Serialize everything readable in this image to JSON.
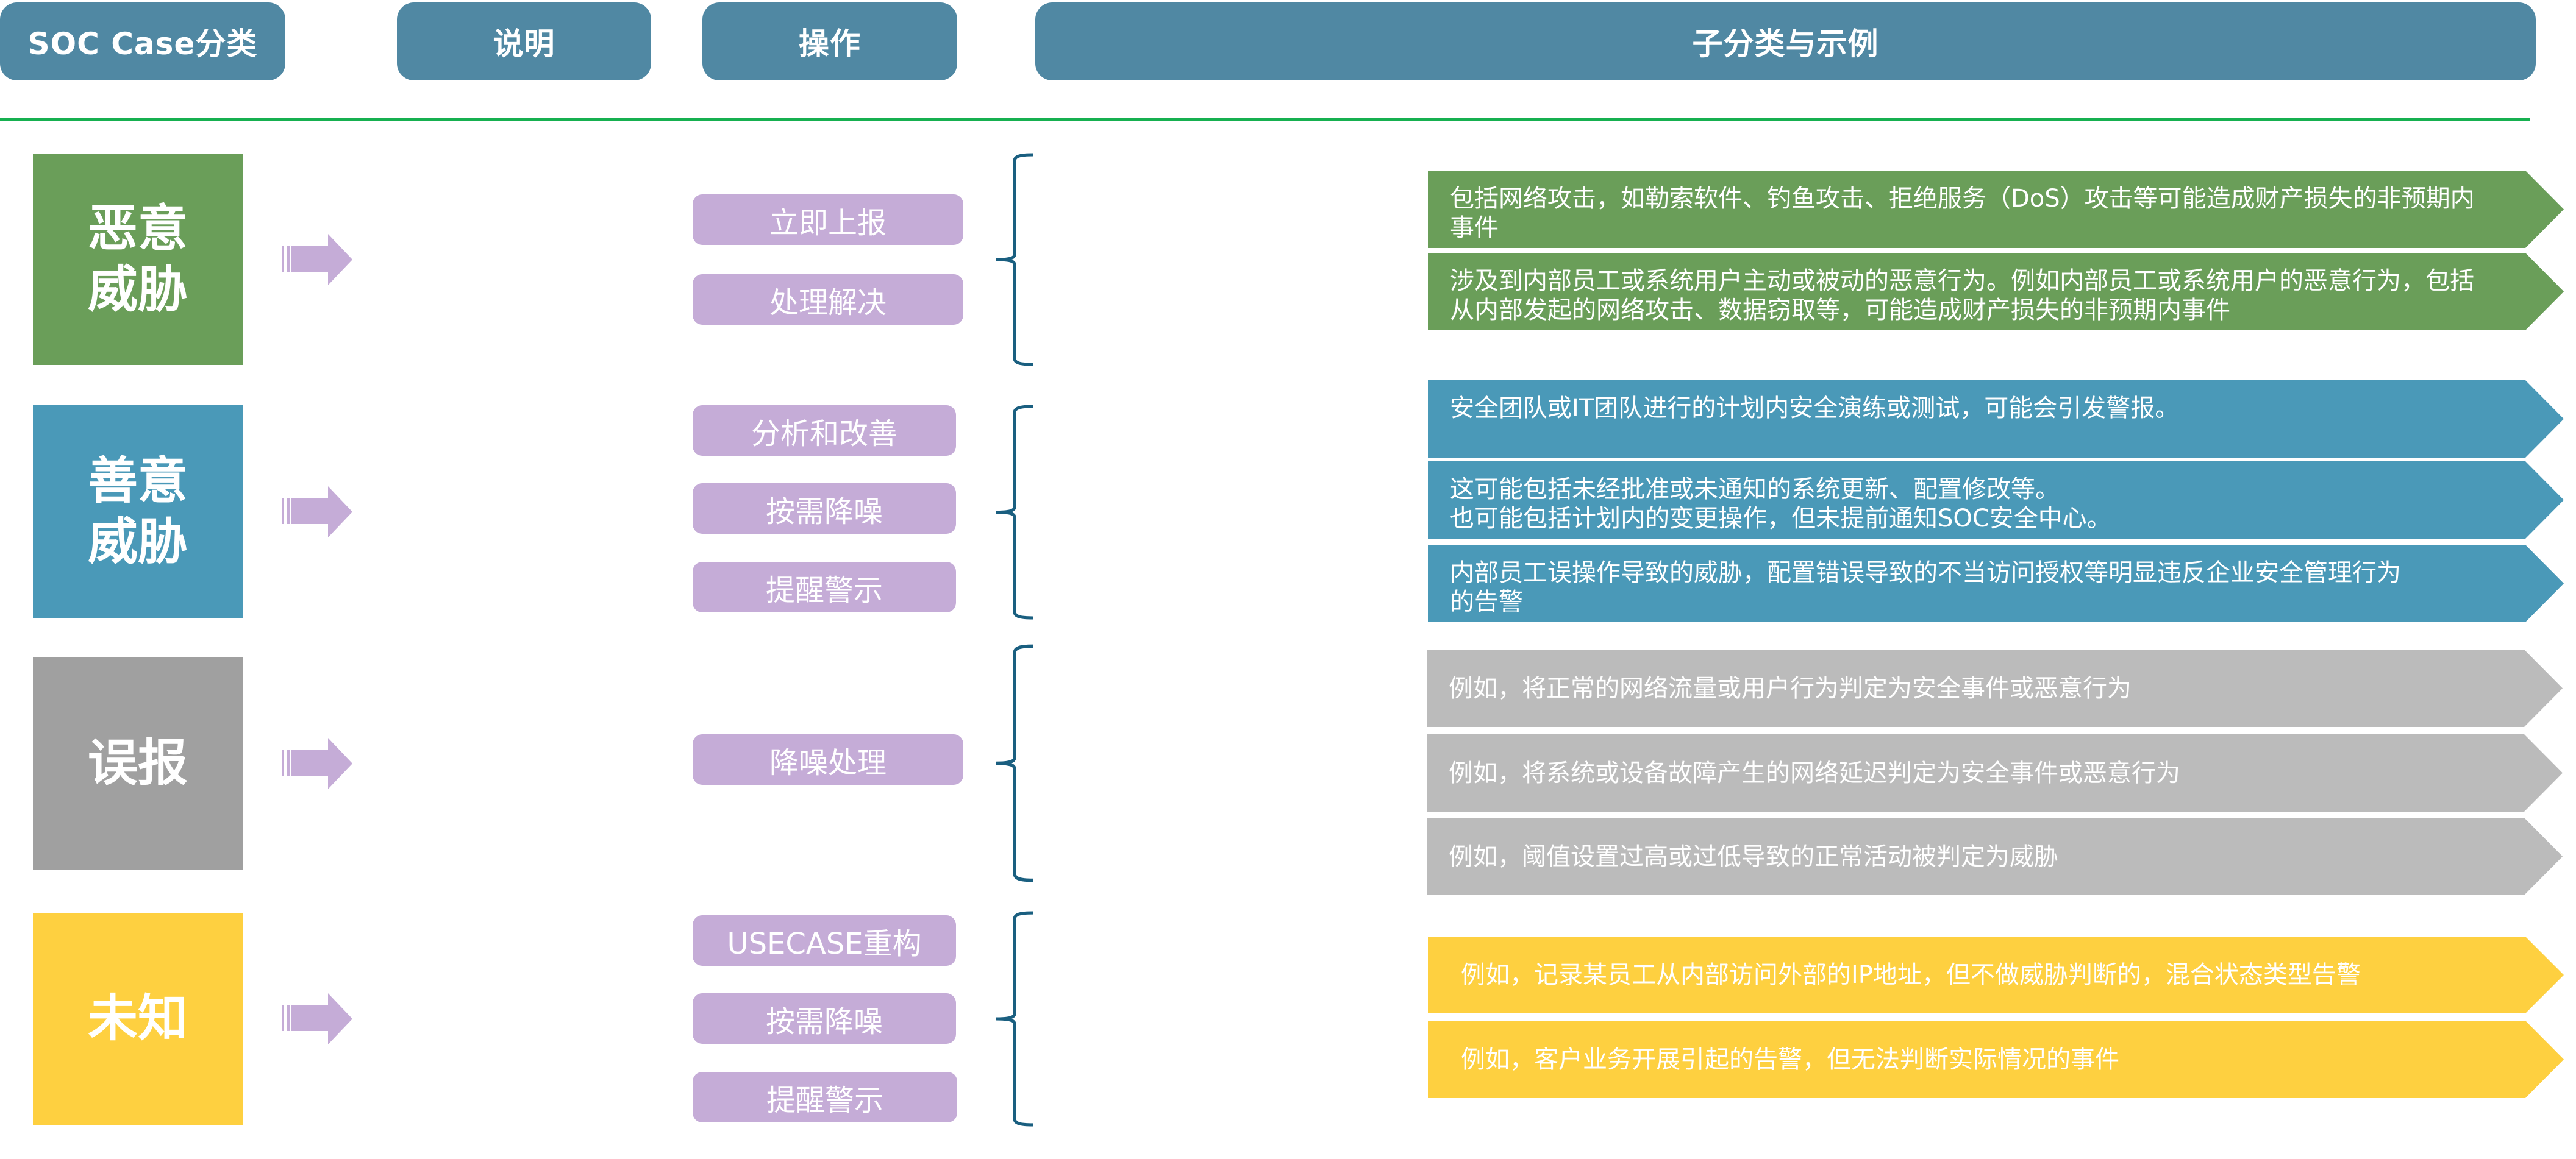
{
  "header": {
    "category": "SOC Case分类",
    "description": "说明",
    "action": "操作",
    "subcategory": "子分类与示例"
  },
  "colors": {
    "header_bg": "#5088a3",
    "divider": "#16b050",
    "action_pill": "#c5acd7",
    "brace": "#1a5f80",
    "arrow": "#c5acd7"
  },
  "rows": [
    {
      "category": "恶意威胁",
      "color": "#6a9e59",
      "chevron_color": "#6a9e59",
      "actions": [
        "立即上报",
        "处理解决"
      ],
      "examples": [
        "包括网络攻击，如勒索软件、钓鱼攻击、拒绝服务（DoS）攻击等可能造成财产损失的非预期内事件",
        "涉及到内部员工或系统用户主动或被动的恶意行为。例如内部员工或系统用户的恶意行为，包括从内部发起的网络攻击、数据窃取等，可能造成财产损失的非预期内事件"
      ]
    },
    {
      "category": "善意威胁",
      "color": "#4a99b8",
      "chevron_color": "#4a99b8",
      "actions": [
        "分析和改善",
        "按需降噪",
        "提醒警示"
      ],
      "examples": [
        "安全团队或IT团队进行的计划内安全演练或测试，可能会引发警报。",
        "这可能包括未经批准或未通知的系统更新、配置修改等。\n也可能包括计划内的变更操作，但未提前通知SOC安全中心。",
        "内部员工误操作导致的威胁，配置错误导致的不当访问授权等明显违反企业安全管理行为\n的告警"
      ]
    },
    {
      "category": "误报",
      "color": "#a0a0a0",
      "chevron_color": "#bbbbbb",
      "actions": [
        "降噪处理"
      ],
      "examples": [
        "例如，将正常的网络流量或用户行为判定为安全事件或恶意行为",
        "例如，将系统或设备故障产生的网络延迟判定为安全事件或恶意行为",
        "例如，阈值设置过高或过低导致的正常活动被判定为威胁"
      ]
    },
    {
      "category": "未知",
      "color": "#fed040",
      "chevron_color": "#fed040",
      "actions": [
        "USECASE重构",
        "按需降噪",
        "提醒警示"
      ],
      "examples": [
        "例如，记录某员工从内部访问外部的IP地址，但不做威胁判断的，混合状态类型告警",
        "例如，客户业务开展引起的告警，但无法判断实际情况的事件"
      ]
    }
  ]
}
